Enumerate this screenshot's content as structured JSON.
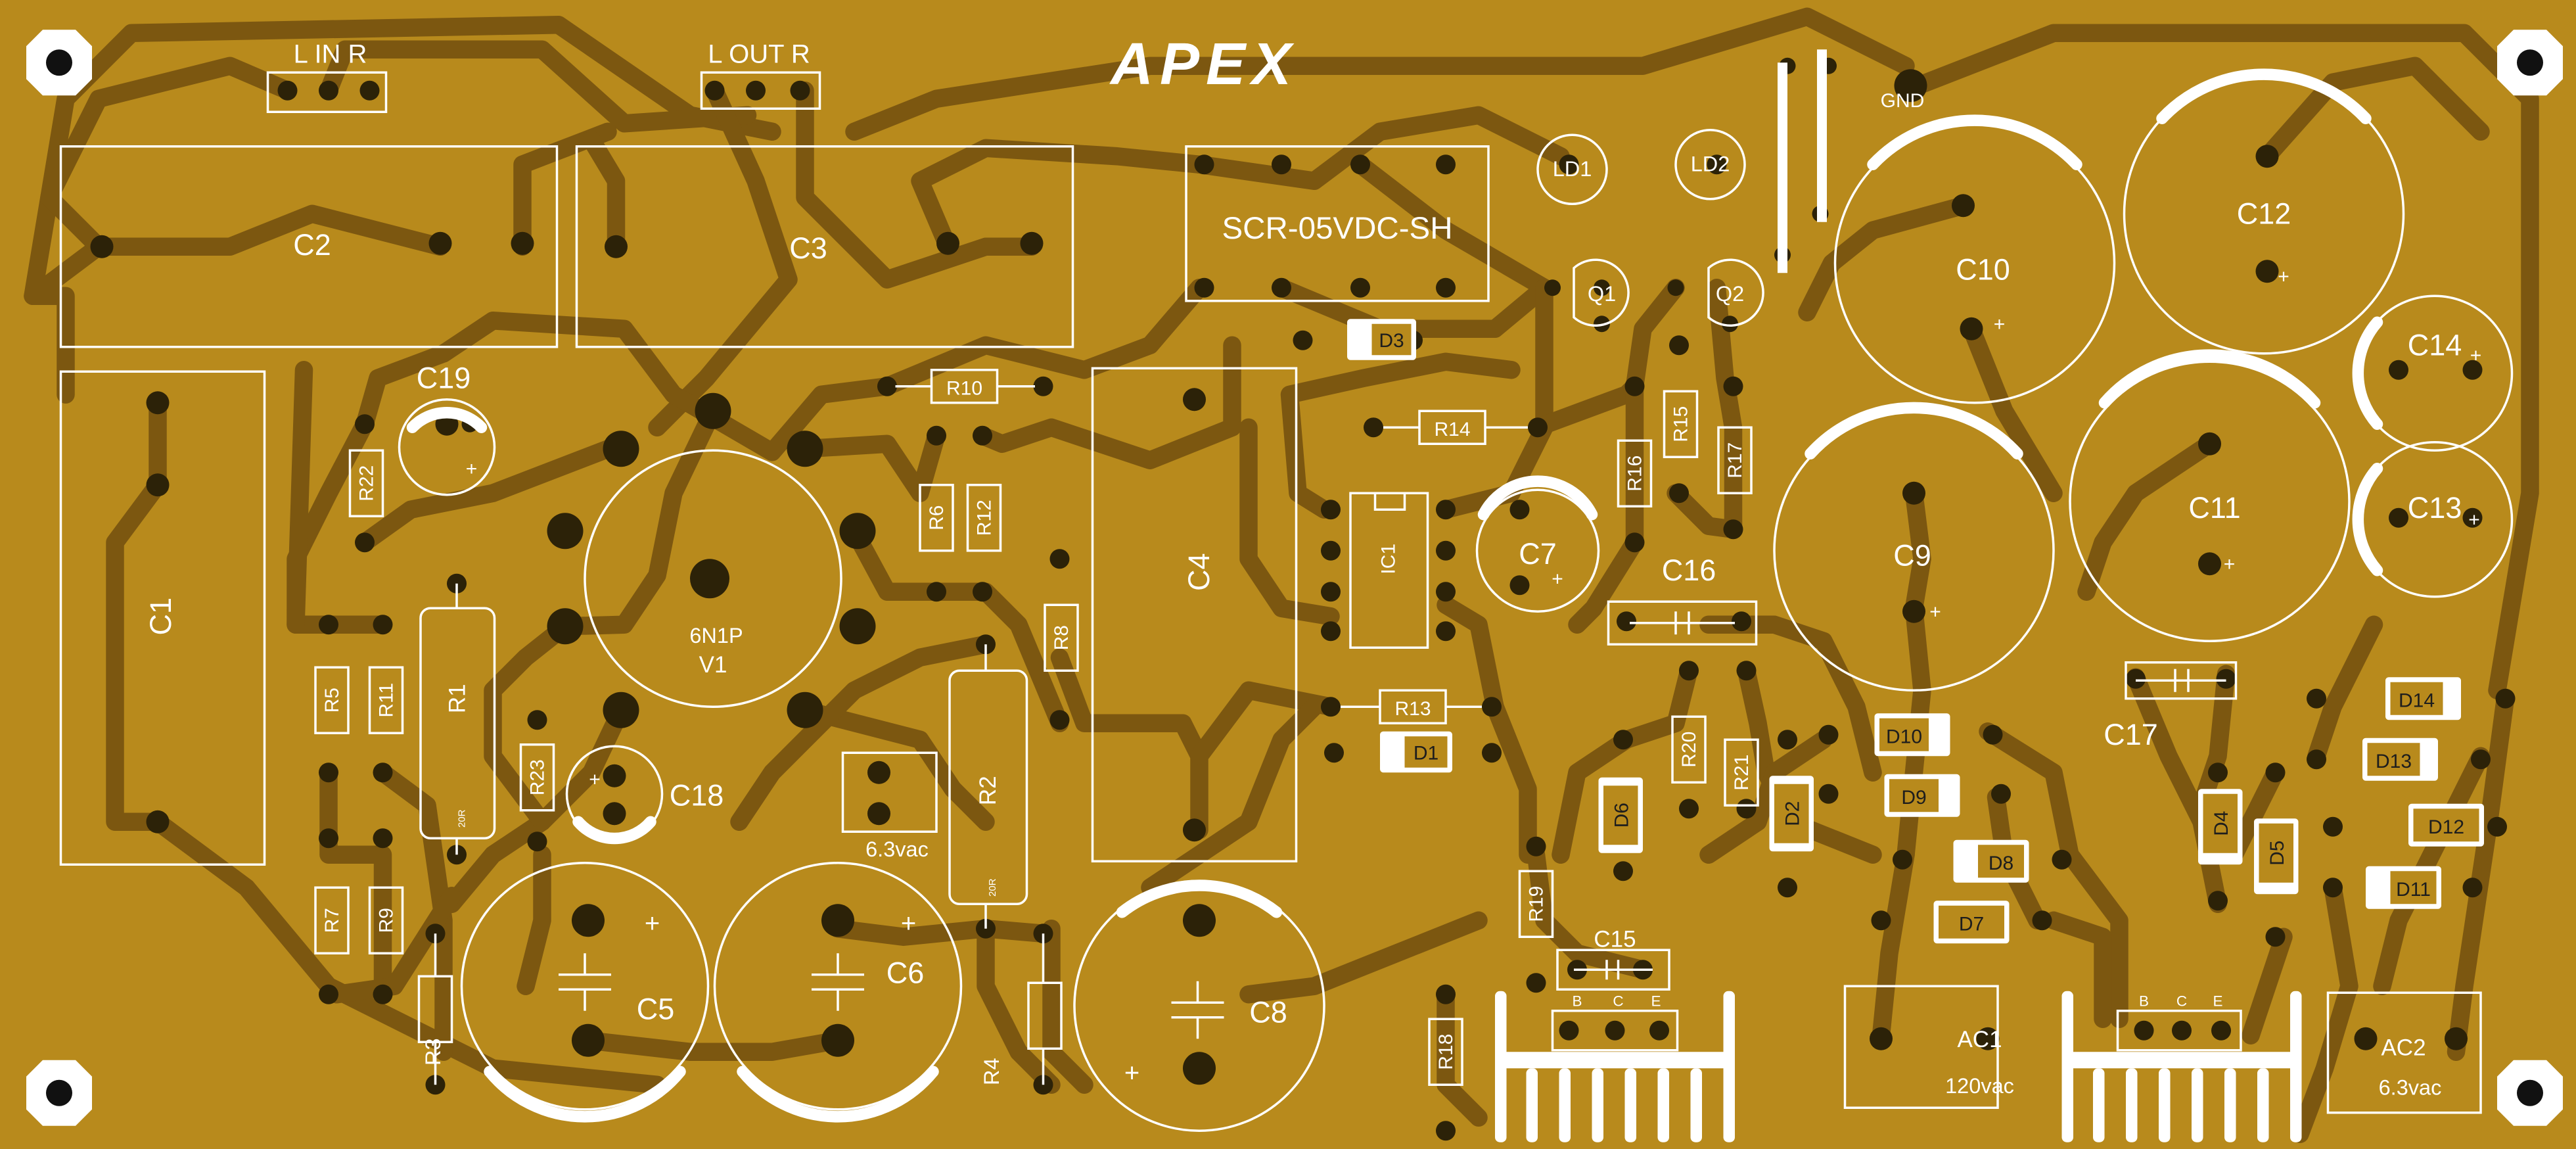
{
  "brand": "APEX",
  "colors": {
    "board": "#b88a1c",
    "trace": "#7c5710",
    "pad": "#2c2208",
    "silk": "#ffffff"
  },
  "connectors": {
    "l_in_r": "L IN R",
    "l_out_r": "L OUT R",
    "gnd": "GND"
  },
  "components": {
    "c1": "C1",
    "c2": "C2",
    "c3": "C3",
    "c4": "C4",
    "c5": "C5",
    "c6": "C6",
    "c7": "C7",
    "c8": "C8",
    "c9": "C9",
    "c10": "C10",
    "c11": "C11",
    "c12": "C12",
    "c13": "C13",
    "c14": "C14",
    "c15": "C15",
    "c16": "C16",
    "c17": "C17",
    "c18": "C18",
    "c19": "C19",
    "r1": "R1",
    "r2": "R2",
    "r3": "R3",
    "r4": "R4",
    "r5": "R5",
    "r6": "R6",
    "r7": "R7",
    "r8": "R8",
    "r9": "R9",
    "r10": "R10",
    "r11": "R11",
    "r12": "R12",
    "r13": "R13",
    "r14": "R14",
    "r15": "R15",
    "r16": "R16",
    "r17": "R17",
    "r18": "R18",
    "r19": "R19",
    "r20": "R20",
    "r21": "R21",
    "r22": "R22",
    "r23": "R23",
    "d1": "D1",
    "d2": "D2",
    "d3": "D3",
    "d4": "D4",
    "d5": "D5",
    "d6": "D6",
    "d7": "D7",
    "d8": "D8",
    "d9": "D9",
    "d10": "D10",
    "d11": "D11",
    "d12": "D12",
    "d13": "D13",
    "d14": "D14",
    "q1": "Q1",
    "q2": "Q2",
    "ld1": "LD1",
    "ld2": "LD2",
    "ic1": "IC1",
    "tube_type": "6N1P",
    "tube_ref": "V1",
    "relay": "SCR-05VDC-SH",
    "ac1": "AC1",
    "ac1_voltage": "120vac",
    "ac2": "AC2",
    "ac2_voltage": "6.3vac",
    "heater_voltage": "6.3vac",
    "res_marking": "20R",
    "pin_b": "B",
    "pin_c": "C",
    "pin_e": "E",
    "plus": "+"
  }
}
